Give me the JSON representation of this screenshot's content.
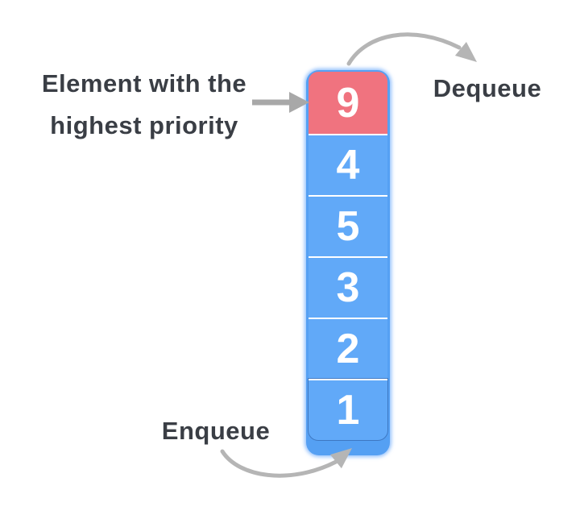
{
  "labels": {
    "highest_priority_line1": "Element with the",
    "highest_priority_line2": "highest priority",
    "dequeue": "Dequeue",
    "enqueue": "Enqueue"
  },
  "queue": {
    "description": "priority queue, highest priority element on top",
    "cells": [
      {
        "value": "9",
        "highlight": true
      },
      {
        "value": "4",
        "highlight": false
      },
      {
        "value": "5",
        "highlight": false
      },
      {
        "value": "3",
        "highlight": false
      },
      {
        "value": "2",
        "highlight": false
      },
      {
        "value": "1",
        "highlight": false
      }
    ]
  },
  "colors": {
    "highlight_cell": "#f0737f",
    "cell_blue": "#61a9f8",
    "container_blue": "#55a0f3",
    "divider_white": "#ffffff",
    "cell_text": "#ffffff",
    "label_text": "#3a3e45",
    "arrow_gray": "#b5b5b5",
    "straight_arrow_gray": "#a8a8a8"
  }
}
